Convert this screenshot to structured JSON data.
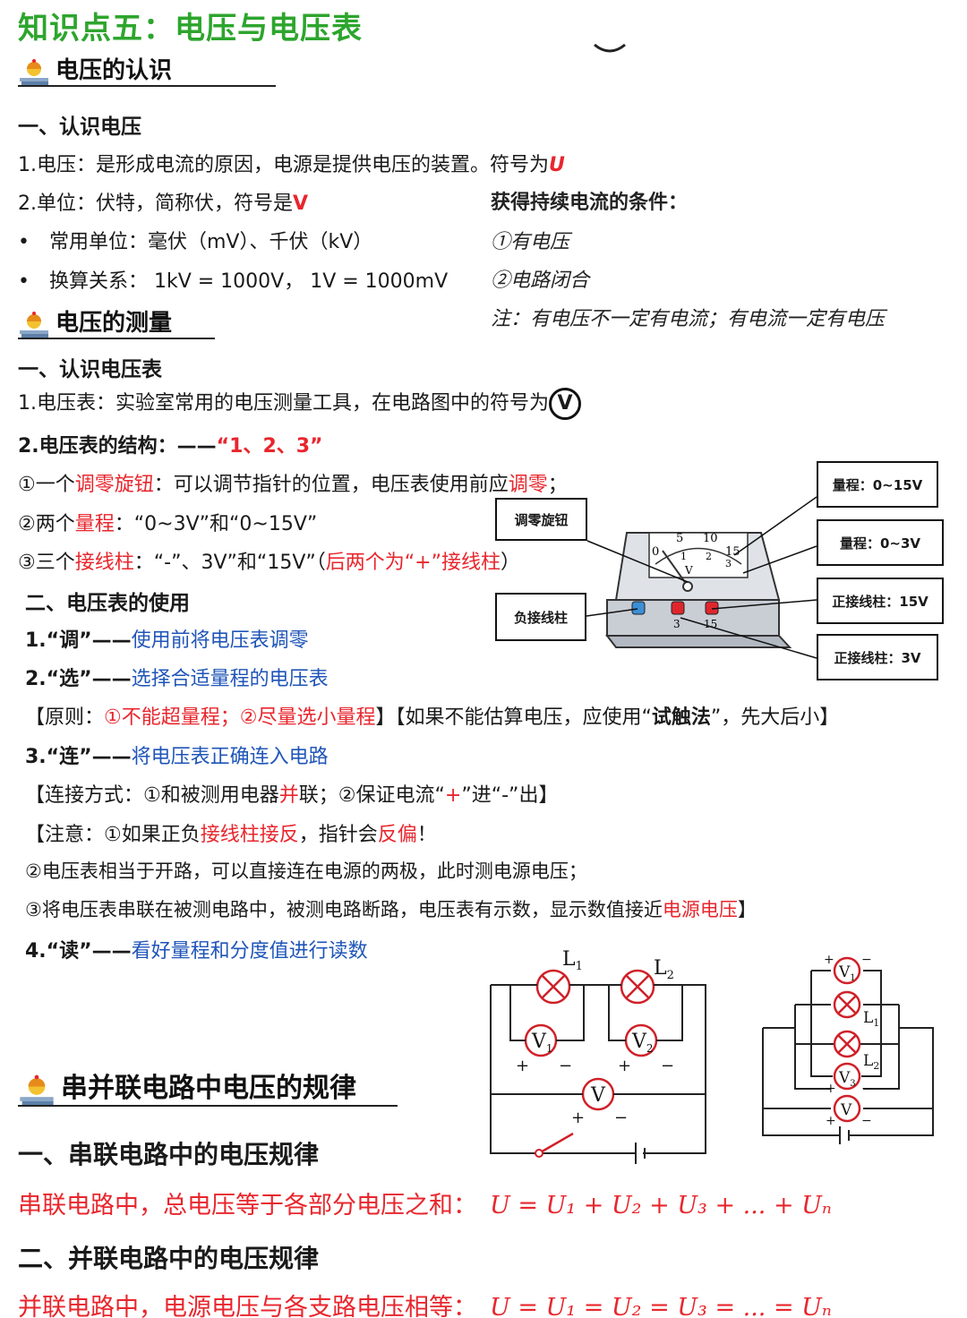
{
  "title": "知识点五：电压与电压表",
  "sec1": {
    "heading": "电压的认识",
    "h1": "一、认识电压",
    "l1a": "1.电压：是形成电流的原因，电源是提供电压的装置。符号为",
    "l1b": "U",
    "l2a": "2.单位：伏特，简称伏，符号是",
    "l2b": "V",
    "b1": "常用单位：毫伏（mV）、千伏（kV）",
    "b2": "换算关系： 1kV = 1000V， 1V = 1000mV",
    "cond_title": "获得持续电流的条件：",
    "cond1": "①有电压",
    "cond2": "②电路闭合",
    "note": "注：有电压不一定有电流；有电流一定有电压"
  },
  "sec2": {
    "heading": "电压的测量",
    "h1": "一、认识电压表",
    "l1": "1.电压表：实验室常用的电压测量工具，在电路图中的符号为",
    "l1sym": "V",
    "l2a": "2.电压表的结构：——",
    "l2b": "“1、2、3”",
    "s1a": "①一个",
    "s1b": "调零旋钮",
    "s1c": "：可以调节指针的位置，电压表使用前应",
    "s1d": "调零",
    "s1e": "；",
    "s2a": "②两个",
    "s2b": "量程",
    "s2c": "：“0~3V”和“0~15V”",
    "s3a": "③三个",
    "s3b": "接线柱",
    "s3c": "：“-”、3V”和“15V”（",
    "s3d": "后两个为“+”接线柱",
    "s3e": "）",
    "h2": "二、电压表的使用",
    "u1a": "1.“调”——",
    "u1b": "使用前将电压表调零",
    "u2a": "2.“选”——",
    "u2b": "选择合适量程的电压表",
    "p_a": "【原则：",
    "p_b": "①不能超量程；②尽量选小量程",
    "p_c": "】【如果不能估算电压，应使用“",
    "p_d": "试触法",
    "p_e": "”，先大后小】",
    "u3a": "3.“连”——",
    "u3b": "将电压表正确连入电路",
    "c_a": "【连接方式：①和被测用电器",
    "c_b": "并",
    "c_c": "联；②保证电流“",
    "c_d": "+",
    "c_e": "”进“-”出】",
    "n_a": "【注意：①如果正负",
    "n_b": "接线柱接反",
    "n_c": "，指针会",
    "n_d": "反偏",
    "n_e": "！",
    "n2": "②电压表相当于开路，可以直接连在电源的两极，此时测电源电压；",
    "n3a": "③将电压表串联在被测电路中，被测电路断路，电压表有示数，显示数值接近",
    "n3b": "电源电压",
    "n3c": "】",
    "u4a": "4.“读”——",
    "u4b": "看好量程和分度值进行读数"
  },
  "meter_labels": {
    "zero_knob": "调零旋钮",
    "neg_terminal": "负接线柱",
    "range15": "量程：0~15V",
    "range3": "量程：0~3V",
    "pos15": "正接线柱：15V",
    "pos3": "正接线柱：3V",
    "dial_0": "0",
    "dial_5": "5",
    "dial_10": "10",
    "dial_15": "15",
    "dial_1": "1",
    "dial_2": "2",
    "dial_3": "3",
    "dial_v": "V",
    "term_3": "3",
    "term_15": "15"
  },
  "circuit": {
    "L1": "L",
    "L1sub": "1",
    "L2": "L",
    "L2sub": "2",
    "V1": "V",
    "V1sub": "1",
    "V2": "V",
    "V2sub": "2",
    "V3": "V",
    "V3sub": "3",
    "V": "V",
    "plus": "+",
    "minus": "−"
  },
  "sec3": {
    "heading": "串并联电路中电压的规律",
    "h1": "一、串联电路中的电压规律",
    "r1a": "串联电路中，总电压等于各部分电压之和：",
    "r1b": "U = U₁ + U₂ + U₃ + ... + Uₙ",
    "h2": "二、并联电路中的电压规律",
    "r2a": "并联电路中，电源电压与各支路电压相等：",
    "r2b": "U = U₁ = U₂ = U₃ = ... = Uₙ"
  }
}
